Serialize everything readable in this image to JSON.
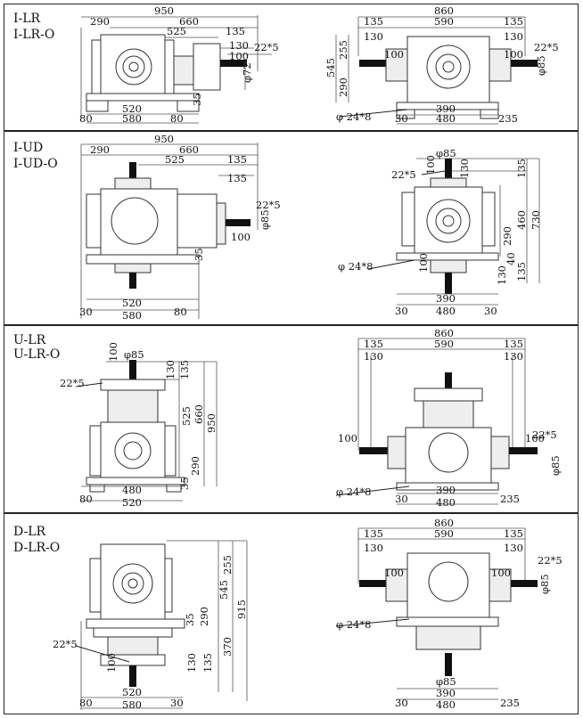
{
  "rows": [
    {
      "titles": [
        "I-LR",
        "I-LR-O"
      ],
      "left": {
        "dims": [
          "950",
          "290",
          "660",
          "525",
          "135",
          "130",
          "100",
          "22*5",
          "φ72",
          "520",
          "580",
          "80",
          "80",
          "35"
        ]
      },
      "right": {
        "dims": [
          "860",
          "135",
          "590",
          "135",
          "130",
          "130",
          "100",
          "100",
          "22*5",
          "φ85",
          "545",
          "255",
          "290",
          "φ 24*8",
          "390",
          "480",
          "30",
          "235"
        ]
      }
    },
    {
      "titles": [
        "I-UD",
        "I-UD-O"
      ],
      "left": {
        "dims": [
          "950",
          "290",
          "660",
          "525",
          "135",
          "135",
          "22*5",
          "φ85",
          "100",
          "35",
          "520",
          "580",
          "30",
          "80"
        ]
      },
      "right": {
        "dims": [
          "φ85",
          "22*5",
          "100",
          "130",
          "135",
          "730",
          "460",
          "290",
          "φ 24*8",
          "100",
          "130",
          "135",
          "40",
          "390",
          "480",
          "30",
          "30"
        ]
      }
    },
    {
      "titles": [
        "U-LR",
        "U-LR-O"
      ],
      "left": {
        "dims": [
          "100",
          "φ85",
          "22*5",
          "130",
          "135",
          "525",
          "660",
          "950",
          "290",
          "35",
          "480",
          "520",
          "80"
        ]
      },
      "right": {
        "dims": [
          "860",
          "135",
          "590",
          "135",
          "130",
          "130",
          "100",
          "100",
          "22*5",
          "φ85",
          "φ 24*8",
          "390",
          "480",
          "30",
          "235"
        ]
      }
    },
    {
      "titles": [
        "D-LR",
        "D-LR-O"
      ],
      "left": {
        "dims": [
          "255",
          "545",
          "915",
          "290",
          "35",
          "22*5",
          "100",
          "130",
          "135",
          "370",
          "520",
          "580",
          "80",
          "30"
        ]
      },
      "right": {
        "dims": [
          "860",
          "135",
          "590",
          "135",
          "130",
          "130",
          "100",
          "100",
          "22*5",
          "φ85",
          "φ 24*8",
          "φ85",
          "390",
          "480",
          "30",
          "235"
        ]
      }
    }
  ]
}
